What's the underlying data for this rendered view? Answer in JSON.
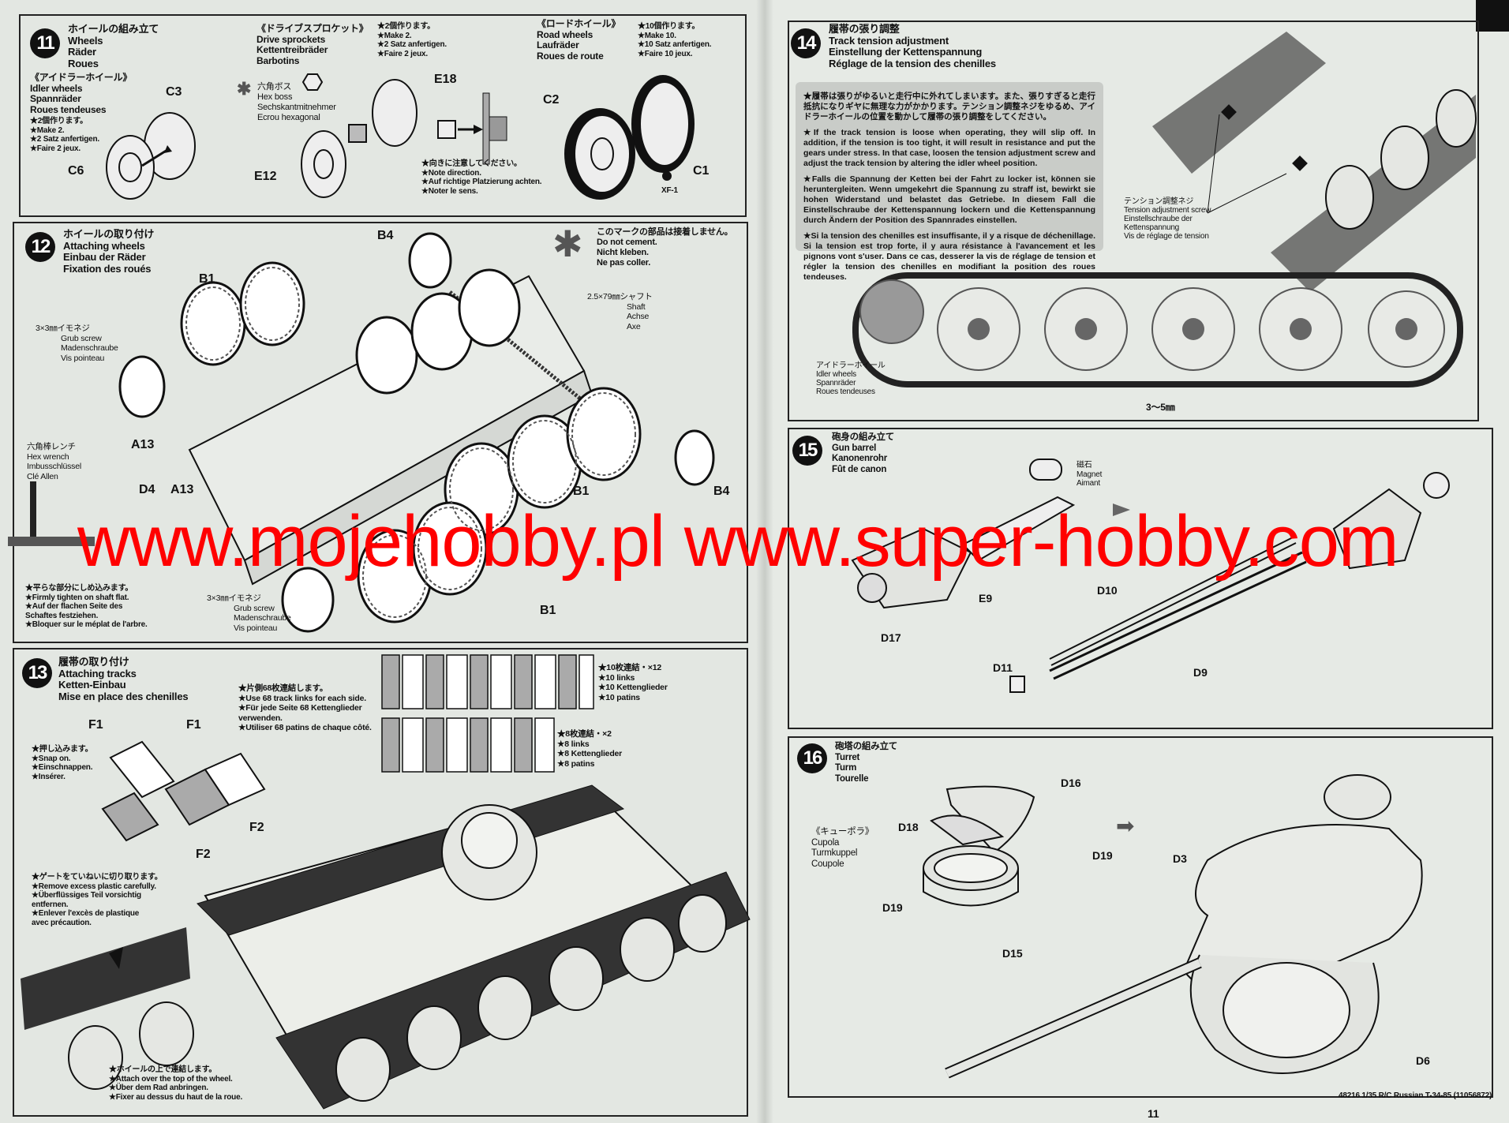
{
  "step11": {
    "number": "11",
    "title": [
      "ホイールの組み立て",
      "Wheels",
      "Räder",
      "Roues"
    ],
    "idler": {
      "heading": "《アイドラーホイール》",
      "names": [
        "Idler wheels",
        "Spannräder",
        "Roues tendeuses"
      ],
      "notes": [
        "★2個作ります。",
        "★Make 2.",
        "★2 Satz anfertigen.",
        "★Faire 2 jeux."
      ]
    },
    "sprocket": {
      "heading": "《ドライブスプロケット》",
      "names": [
        "Drive sprockets",
        "Kettentreibräder",
        "Barbotins"
      ],
      "notes": [
        "★2個作ります。",
        "★Make 2.",
        "★2 Satz anfertigen.",
        "★Faire 2 jeux."
      ]
    },
    "hexboss": [
      "六角ボス",
      "Hex boss",
      "Sechskantmitnehmer",
      "Ecrou hexagonal"
    ],
    "direction": [
      "★向きに注意してください。",
      "★Note direction.",
      "★Auf richtige Platzierung achten.",
      "★Noter le sens."
    ],
    "road": {
      "heading": "《ロードホイール》",
      "names": [
        "Road wheels",
        "Laufräder",
        "Roues de route"
      ],
      "notes": [
        "★10個作ります。",
        "★Make 10.",
        "★10 Satz anfertigen.",
        "★Faire 10 jeux."
      ]
    },
    "parts": {
      "c3": "C3",
      "c6": "C6",
      "e18": "E18",
      "e12": "E12",
      "c2": "C2",
      "c1": "C1",
      "xf1": "XF-1"
    }
  },
  "step12": {
    "number": "12",
    "title": [
      "ホイールの取り付け",
      "Attaching wheels",
      "Einbau der Räder",
      "Fixation des roués"
    ],
    "nocement": [
      "このマークの部品は接着しません。",
      "Do not cement.",
      "Nicht kleben.",
      "Ne pas coller."
    ],
    "grub1": [
      "3×3㎜イモネジ",
      "Grub screw",
      "Madenschraube",
      "Vis pointeau"
    ],
    "grub2": [
      "3×3㎜イモネジ",
      "Grub screw",
      "Madenschraube",
      "Vis pointeau"
    ],
    "hexwrench": [
      "六角棒レンチ",
      "Hex wrench",
      "Imbusschlüssel",
      "Clé Allen"
    ],
    "shaft": [
      "2.5×79㎜シャフト",
      "Shaft",
      "Achse",
      "Axe"
    ],
    "tighten": [
      "★平らな部分にしめ込みます。",
      "★Firmly tighten on shaft flat.",
      "★Auf der flachen Seite des",
      "Schaftes festziehen.",
      "★Bloquer sur le méplat de l'arbre."
    ],
    "parts": {
      "b1": "B1",
      "b4": "B4",
      "a13": "A13",
      "d4": "D4"
    }
  },
  "step13": {
    "number": "13",
    "title": [
      "履帯の取り付け",
      "Attaching tracks",
      "Ketten-Einbau",
      "Mise en place des chenilles"
    ],
    "links68": [
      "★片側68枚連結します。",
      "★Use 68 track links for each side.",
      "★Für jede Seite 68 Kettenglieder",
      "verwenden.",
      "★Utiliser 68 patins de chaque côté."
    ],
    "links10": [
      "★10枚連結・×12",
      "★10 links",
      "★10 Kettenglieder",
      "★10 patins"
    ],
    "links8": [
      "★8枚連結・×2",
      "★8 links",
      "★8 Kettenglieder",
      "★8 patins"
    ],
    "snap": [
      "★押し込みます。",
      "★Snap on.",
      "★Einschnappen.",
      "★Insérer."
    ],
    "gate": [
      "★ゲートをていねいに切り取ります。",
      "★Remove excess plastic carefully.",
      "★Überflüssiges Teil vorsichtig",
      "entfernen.",
      "★Enlever l'excès de plastique",
      "avec précaution."
    ],
    "attach": [
      "★ホイールの上で連結します。",
      "★Attach over the top of the wheel.",
      "★Über dem Rad anbringen.",
      "★Fixer au dessus du haut de la roue."
    ],
    "parts": {
      "f1": "F1",
      "f2": "F2"
    }
  },
  "step14": {
    "number": "14",
    "title": [
      "履帯の張り調整",
      "Track tension adjustment",
      "Einstellung der Kettenspannung",
      "Réglage de la tension des chenilles"
    ],
    "note_jp": "★履帯は張りがゆるいと走行中に外れてしまいます。また、張りすぎると走行抵抗になりギヤに無理な力がかかります。テンション調整ネジをゆるめ、アイドラーホイールの位置を動かして履帯の張り調整をしてください。",
    "note_en": "★If the track tension is loose when operating, they will slip off. In addition, if the tension is too tight, it will result in resistance and put the gears under stress. In that case, loosen the tension adjustment screw and adjust the track tension by altering the idler wheel position.",
    "note_de": "★Falls die Spannung der Ketten bei der Fahrt zu locker ist, können sie heruntergleiten. Wenn umgekehrt die Spannung zu straff ist, bewirkt sie hohen Widerstand und belastet das Getriebe. In diesem Fall die Einstellschraube der Kettenspannung lockern und die Kettenspannung durch Ändern der Position des Spannrades einstellen.",
    "note_fr": "★Si la tension des chenilles est insuffisante, il y a risque de déchenillage. Si la tension est trop forte, il y aura résistance à l'avancement et les pignons vont s'user. Dans ce cas, desserer la vis de réglage de tension et régler la tension des chenilles en modifiant la position des roues tendeuses.",
    "screw": [
      "テンション調整ネジ",
      "Tension adjustment screw",
      "Einstellschraube der",
      "Kettenspannung",
      "Vis de réglage de tension"
    ],
    "idler": [
      "アイドラーホイール",
      "Idler wheels",
      "Spannräder",
      "Roues tendeuses"
    ],
    "sag": "3〜5㎜"
  },
  "step15": {
    "number": "15",
    "title": [
      "砲身の組み立て",
      "Gun barrel",
      "Kanonenrohr",
      "Fût de canon"
    ],
    "magnet": [
      "磁石",
      "Magnet",
      "Aimant"
    ],
    "parts": {
      "d17": "D17",
      "e9": "E9",
      "d10": "D10",
      "d9": "D9",
      "d11": "D11"
    }
  },
  "step16": {
    "number": "16",
    "title": [
      "砲塔の組み立て",
      "Turret",
      "Turm",
      "Tourelle"
    ],
    "cupola": [
      "《キューポラ》",
      "Cupola",
      "Turmkuppel",
      "Coupole"
    ],
    "parts": {
      "d16": "D16",
      "d18": "D18",
      "d19a": "D19",
      "d19b": "D19",
      "d15": "D15",
      "d3": "D3",
      "d6": "D6"
    }
  },
  "footer": {
    "product": "48216 1/35 R/C Russian T-34-85 (11056872)",
    "page": "11"
  },
  "watermark": "www.mojehobby.pl www.super-hobby.com",
  "colors": {
    "watermark": "#ff0000",
    "paper": "#e3e7e2",
    "ink": "#111111",
    "note_bg": "#c9ccc8"
  }
}
